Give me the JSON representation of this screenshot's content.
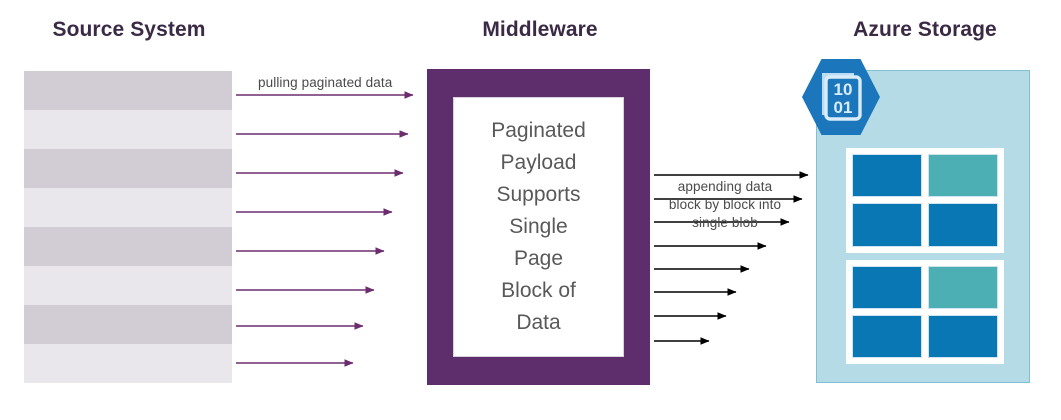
{
  "diagram": {
    "title_source": "Source System",
    "title_middleware": "Middleware",
    "title_azure": "Azure Storage"
  },
  "source_system": {
    "row_count": 8,
    "shades": [
      "dark",
      "light",
      "dark",
      "light",
      "dark",
      "light",
      "dark",
      "light"
    ],
    "color_dark": "#D2CCD5",
    "color_light": "#EAE7EC"
  },
  "left_flow": {
    "label": "pulling paginated data",
    "arrow_color": "#6B2D6E",
    "arrow_count": 8,
    "arrow_end_x": [
      419,
      414,
      409,
      398,
      390,
      380,
      369,
      359
    ]
  },
  "middleware": {
    "border_color": "#5E2D6B",
    "inner_background": "#ffffff",
    "text_lines": [
      "Paginated",
      "Payload",
      "Supports",
      "Single",
      "Page",
      "Block of",
      "Data"
    ],
    "text_color": "#595959"
  },
  "right_flow": {
    "label_lines": [
      "appending data",
      "block by block into",
      "single blob"
    ],
    "arrow_color": "#000000",
    "arrow_count": 8,
    "arrow_end_x": [
      814,
      808,
      795,
      772,
      755,
      742,
      732,
      715
    ]
  },
  "azure_storage": {
    "panel_color": "#B5DCE6",
    "panel_border": "#7FC0D2",
    "badge": {
      "name": "azure-blob-storage-icon",
      "hex_fill": "#1C76BC",
      "digits_top": "10",
      "digits_bottom": "01"
    },
    "block_groups": [
      {
        "tiles": [
          "blue",
          "teal",
          "blue",
          "blue"
        ]
      },
      {
        "tiles": [
          "blue",
          "teal",
          "blue",
          "blue"
        ]
      }
    ],
    "color_blue": "#0A77B5",
    "color_teal": "#4CAFB4"
  }
}
